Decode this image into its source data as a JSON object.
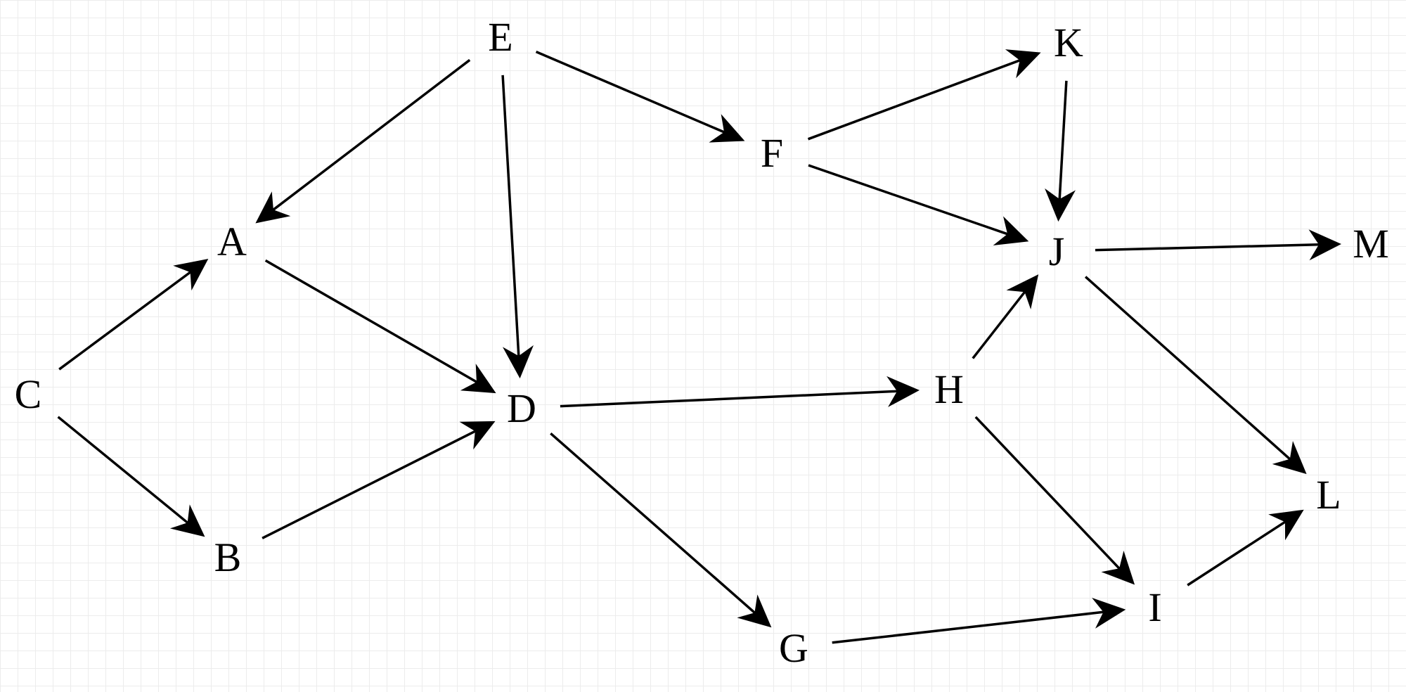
{
  "diagram": {
    "type": "directed-graph",
    "colors": {
      "background": "#ffffff",
      "grid": "#ececec",
      "edge": "#000000",
      "label": "#000000"
    },
    "nodes": [
      {
        "id": "A",
        "label": "A"
      },
      {
        "id": "B",
        "label": "B"
      },
      {
        "id": "C",
        "label": "C"
      },
      {
        "id": "D",
        "label": "D"
      },
      {
        "id": "E",
        "label": "E"
      },
      {
        "id": "F",
        "label": "F"
      },
      {
        "id": "G",
        "label": "G"
      },
      {
        "id": "H",
        "label": "H"
      },
      {
        "id": "I",
        "label": "I"
      },
      {
        "id": "J",
        "label": "J"
      },
      {
        "id": "K",
        "label": "K"
      },
      {
        "id": "L",
        "label": "L"
      },
      {
        "id": "M",
        "label": "M"
      }
    ],
    "edges": [
      {
        "from": "E",
        "to": "A"
      },
      {
        "from": "E",
        "to": "D"
      },
      {
        "from": "E",
        "to": "F"
      },
      {
        "from": "F",
        "to": "K"
      },
      {
        "from": "F",
        "to": "J"
      },
      {
        "from": "K",
        "to": "J"
      },
      {
        "from": "J",
        "to": "M"
      },
      {
        "from": "C",
        "to": "A"
      },
      {
        "from": "C",
        "to": "B"
      },
      {
        "from": "A",
        "to": "D"
      },
      {
        "from": "B",
        "to": "D"
      },
      {
        "from": "D",
        "to": "H"
      },
      {
        "from": "D",
        "to": "G"
      },
      {
        "from": "H",
        "to": "J"
      },
      {
        "from": "H",
        "to": "I"
      },
      {
        "from": "J",
        "to": "L"
      },
      {
        "from": "G",
        "to": "I"
      },
      {
        "from": "I",
        "to": "L"
      }
    ]
  }
}
